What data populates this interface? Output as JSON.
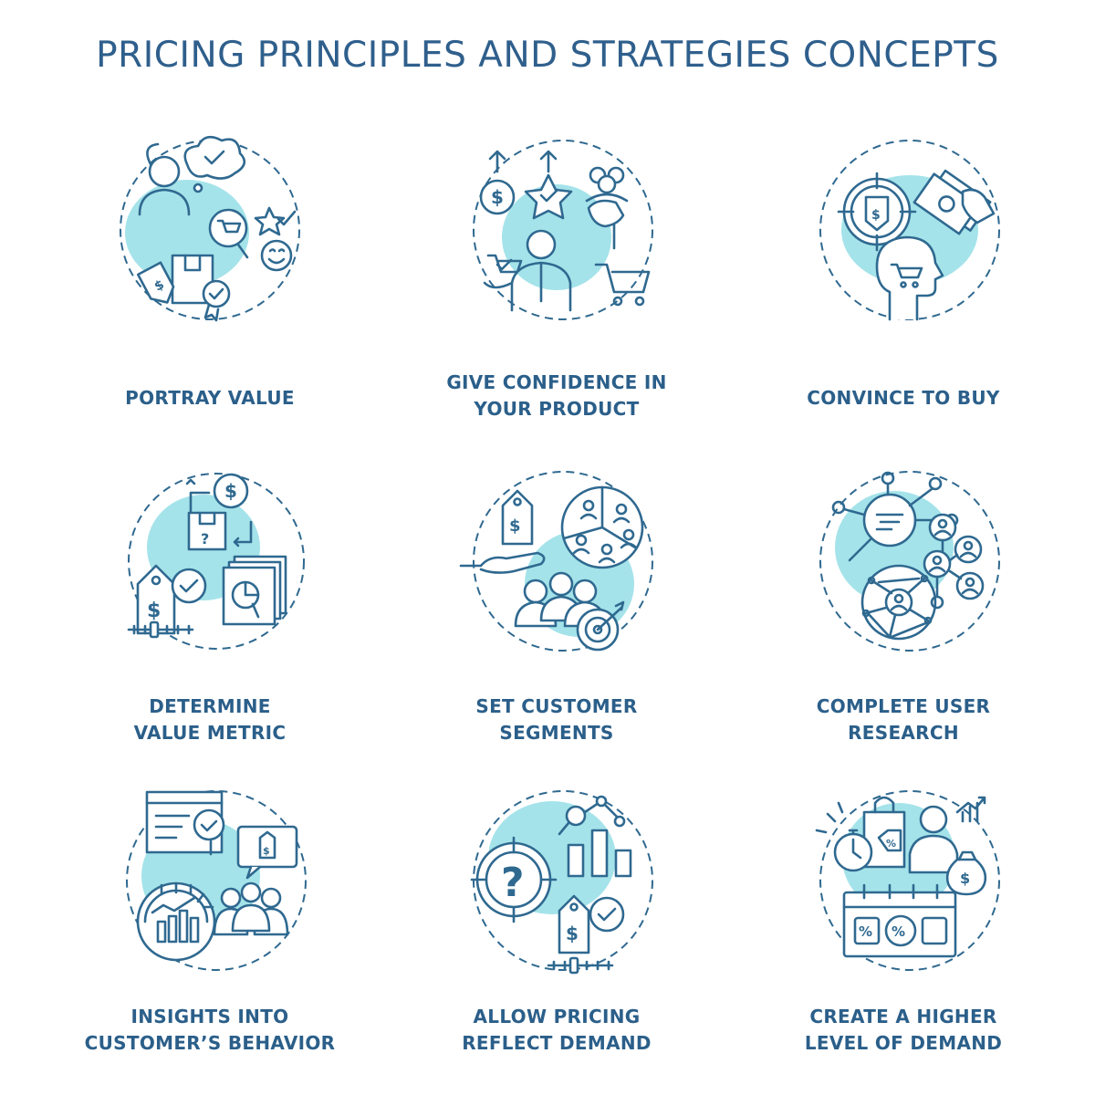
{
  "title": "PRICING PRINCIPLES AND STRATEGIES CONCEPTS",
  "colors": {
    "title": "#2f5f8c",
    "label": "#2b5f8a",
    "stroke": "#2f6990",
    "accent_fill": "#a5e3ea"
  },
  "concepts": [
    {
      "lines": [
        "PORTRAY VALUE"
      ],
      "icon": "portray-value-icon"
    },
    {
      "lines": [
        "GIVE CONFIDENCE IN",
        "YOUR PRODUCT"
      ],
      "icon": "give-confidence-icon"
    },
    {
      "lines": [
        "CONVINCE TO BUY"
      ],
      "icon": "convince-to-buy-icon"
    },
    {
      "lines": [
        "DETERMINE",
        "VALUE METRIC"
      ],
      "icon": "value-metric-icon"
    },
    {
      "lines": [
        "SET CUSTOMER",
        "SEGMENTS"
      ],
      "icon": "customer-segments-icon"
    },
    {
      "lines": [
        "COMPLETE USER",
        "RESEARCH"
      ],
      "icon": "user-research-icon"
    },
    {
      "lines": [
        "INSIGHTS INTO",
        "CUSTOMER’S BEHAVIOR"
      ],
      "icon": "customer-behavior-icon"
    },
    {
      "lines": [
        "ALLOW PRICING",
        "REFLECT DEMAND"
      ],
      "icon": "reflect-demand-icon"
    },
    {
      "lines": [
        "CREATE A HIGHER",
        "LEVEL OF DEMAND"
      ],
      "icon": "higher-demand-icon"
    }
  ],
  "glyphs": {
    "dollar": "$",
    "question": "?",
    "percent": "%"
  }
}
